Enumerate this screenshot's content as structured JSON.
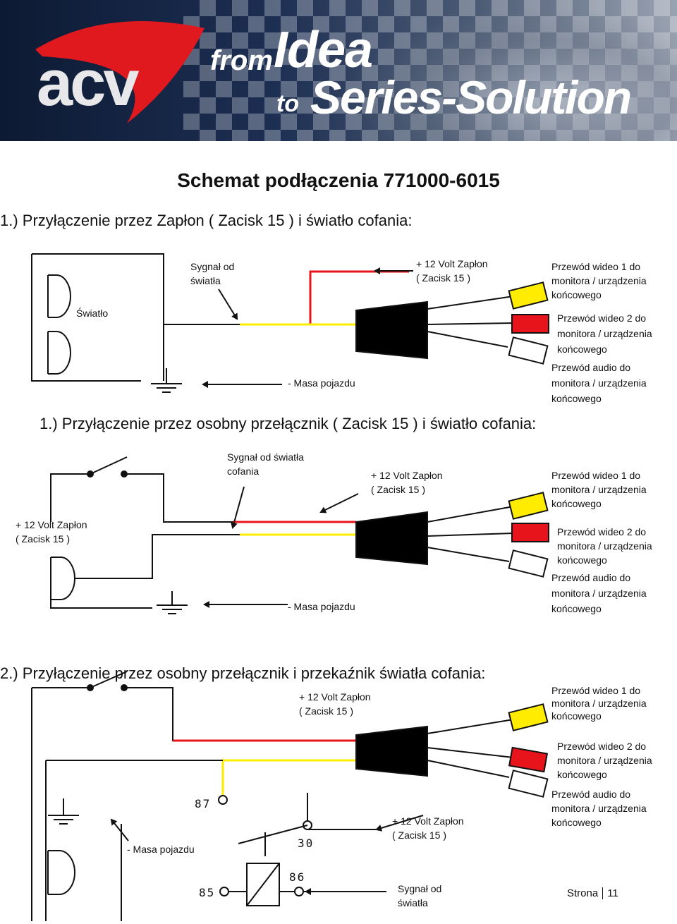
{
  "banner": {
    "logo": "acv",
    "tagline_from": "from",
    "tagline_idea": "Idea",
    "tagline_to": "to",
    "tagline_series": "Series-Solution"
  },
  "title": "Schemat podłączenia 771000-6015",
  "sections": [
    {
      "heading": "1.) Przyłączenie przez Zapłon ( Zacisk 15 ) i światło cofania:",
      "labels": {
        "light": "Światło",
        "signal": "Sygnał od\nświatła",
        "ignition": "+ 12 Volt Zapłon\n( Zacisk 15 )",
        "ground": "- Masa pojazdu",
        "video1": "Przewód wideo 1 do\nmonitora / urządzenia\nkońcowego",
        "video2": "Przewód wideo 2 do\nmonitora / urządzenia\nkońcowego",
        "audio": "Przewód audio do\nmonitora / urządzenia\nkońcowego"
      }
    },
    {
      "heading": "1.) Przyłączenie przez osobny przełącznik ( Zacisk 15 ) i światło cofania:",
      "labels": {
        "signal": "Sygnał od światła\ncofania",
        "ignition_top": "+ 12 Volt Zapłon\n( Zacisk 15 )",
        "ignition_left": "+ 12 Volt Zapłon\n( Zacisk 15 )",
        "ground": "- Masa pojazdu",
        "video1": "Przewód wideo 1 do\nmonitora / urządzenia\nkońcowego",
        "video2": "Przewód wideo 2 do\nmonitora / urządzenia\nkońcowego",
        "audio": "Przewód audio do\nmonitora / urządzenia\nkońcowego"
      }
    },
    {
      "heading": "2.) Przyłączenie przez osobny przełącznik i przekaźnik światła cofania:",
      "labels": {
        "ignition_top": "+ 12 Volt Zapłon\n( Zacisk 15 )",
        "ignition_right": "+ 12 Volt Zapłon\n( Zacisk 15 )",
        "ground": "- Masa pojazdu",
        "signal": "Sygnał od\nświatła",
        "video1": "Przewód wideo 1 do\nmonitora / urządzenia\nkońcowego",
        "video2": "Przewód wideo 2 do\nmonitora / urządzenia\nkońcowego",
        "audio": "Przewód audio do\nmonitora / urządzenia\nkońcowego",
        "pin87": "87",
        "pin30": "30",
        "pin86": "86",
        "pin85": "85"
      }
    }
  ],
  "footer": {
    "label": "Strona",
    "page": "11"
  },
  "colors": {
    "red": "#e8141b",
    "yellow": "#ffec00",
    "black": "#000000",
    "white": "#ffffff"
  }
}
